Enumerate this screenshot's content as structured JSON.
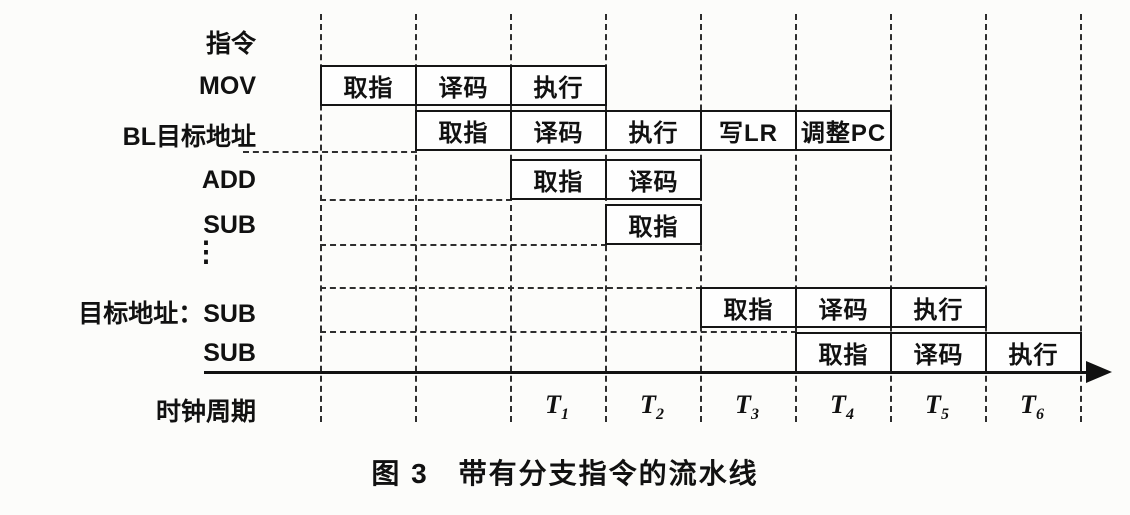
{
  "figure": {
    "caption": "图 3　带有分支指令的流水线"
  },
  "labels": {
    "instruction_header": "指令",
    "clock_cycle": "时钟周期",
    "ellipsis": "⋮"
  },
  "rows": [
    {
      "label": "MOV",
      "cells": [
        "取指",
        "译码",
        "执行"
      ]
    },
    {
      "label": "BL目标地址",
      "cells": [
        "取指",
        "译码",
        "执行",
        "写LR",
        "调整PC"
      ]
    },
    {
      "label": "ADD",
      "cells": [
        "取指",
        "译码"
      ]
    },
    {
      "label": "SUB",
      "cells": [
        "取指"
      ]
    },
    {
      "label": "目标地址：SUB",
      "cells": [
        "取指",
        "译码",
        "执行"
      ]
    },
    {
      "label": "SUB",
      "cells": [
        "取指",
        "译码",
        "执行"
      ]
    }
  ],
  "ticks": [
    {
      "base": "T",
      "sub": "1"
    },
    {
      "base": "T",
      "sub": "2"
    },
    {
      "base": "T",
      "sub": "3"
    },
    {
      "base": "T",
      "sub": "4"
    },
    {
      "base": "T",
      "sub": "5"
    },
    {
      "base": "T",
      "sub": "6"
    }
  ]
}
